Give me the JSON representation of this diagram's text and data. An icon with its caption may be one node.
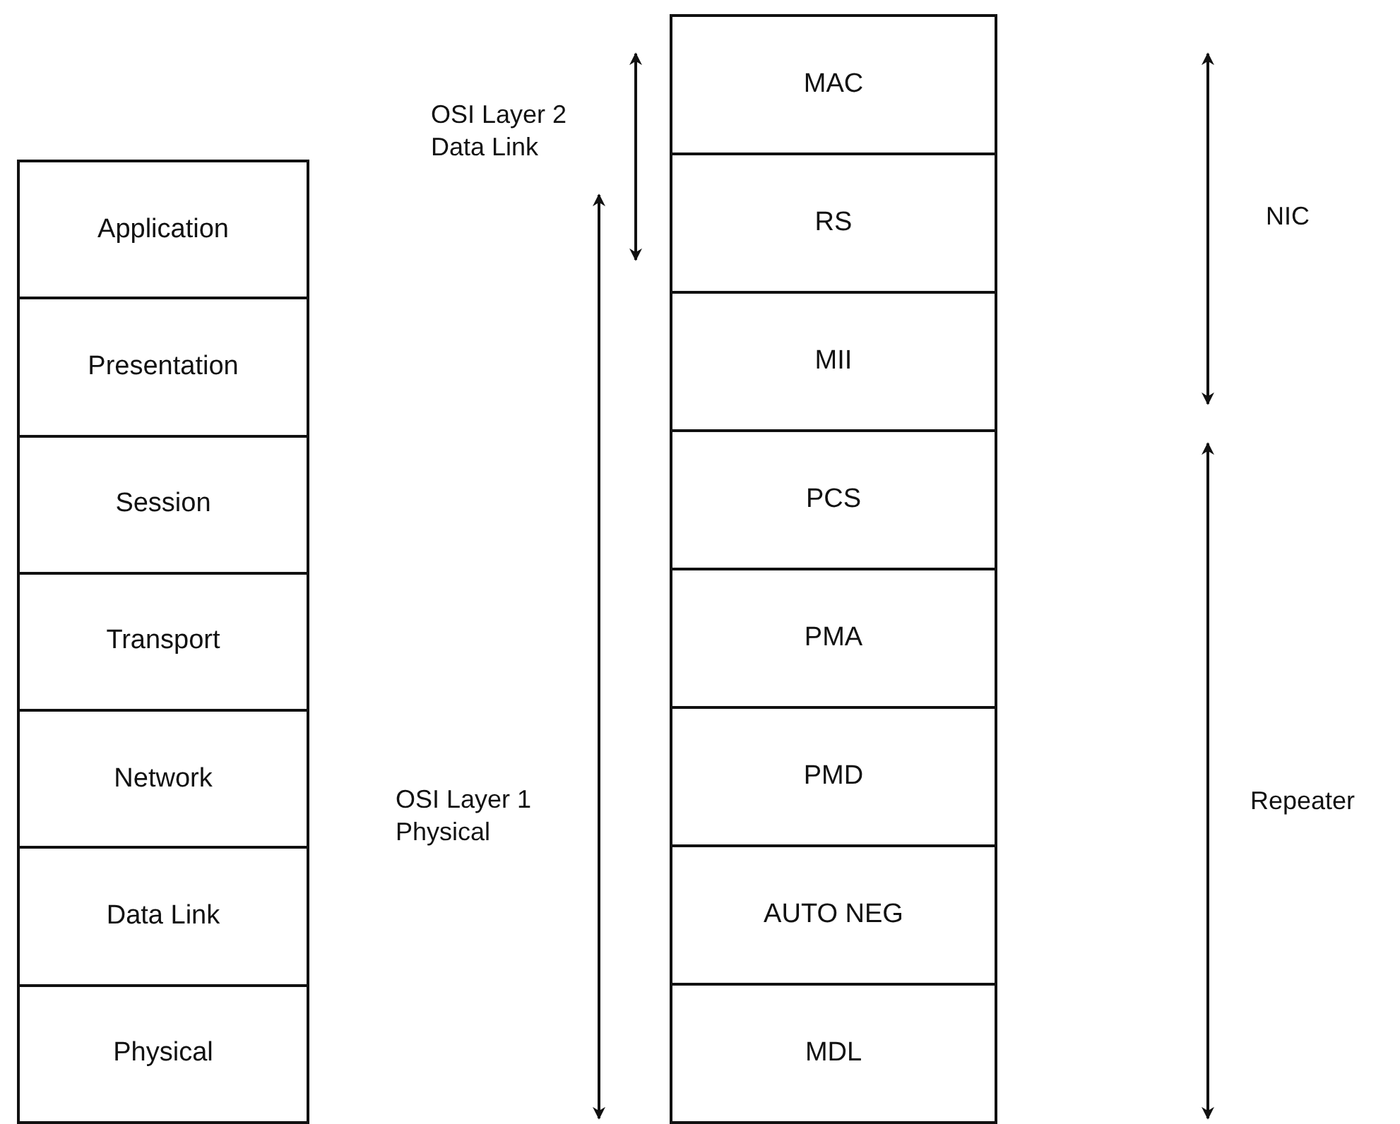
{
  "diagram": {
    "nodes": [
      {
        "text": [
          "Application"
        ]
      },
      {
        "text": [
          "Presentation"
        ]
      },
      {
        "text": [
          "Session"
        ]
      },
      {
        "text": [
          "Transport"
        ]
      },
      {
        "text": [
          "Network"
        ]
      },
      {
        "text": [
          "Data Link"
        ]
      },
      {
        "text": [
          "Physical"
        ]
      },
      {
        "text": [
          "MAC"
        ]
      },
      {
        "text": [
          "RS"
        ]
      },
      {
        "text": [
          "MII"
        ]
      },
      {
        "text": [
          "PCS"
        ]
      },
      {
        "text": [
          "PMA"
        ]
      },
      {
        "text": [
          "PMD"
        ]
      },
      {
        "text": [
          "AUTO NEG"
        ]
      },
      {
        "text": [
          "MDL"
        ]
      }
    ],
    "labels": [
      "OSI Layer 2 Data Link",
      "NIC",
      "OSI Layer 1 Physical",
      "Repeater"
    ]
  }
}
